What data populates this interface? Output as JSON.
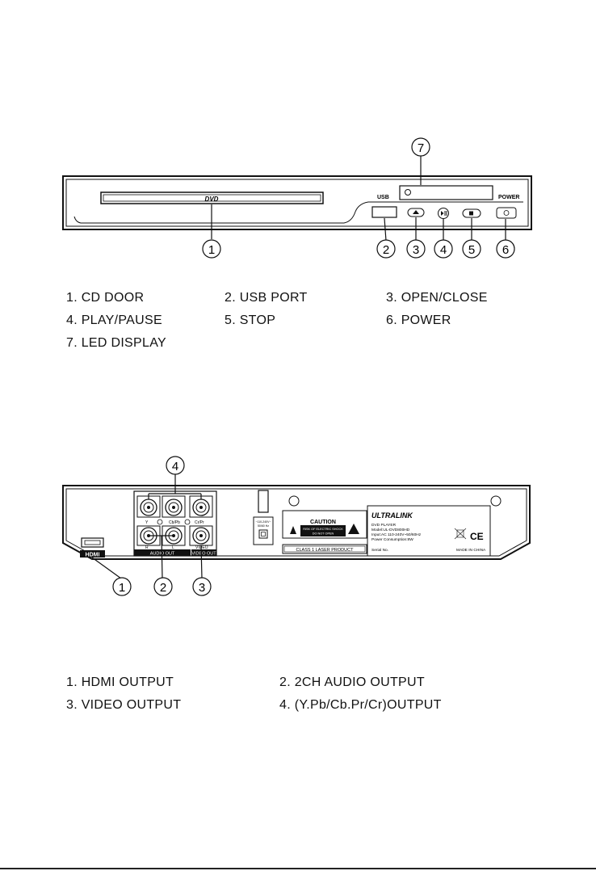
{
  "front_panel": {
    "disc_label": "DVD",
    "usb_label": "USB",
    "power_label": "POWER",
    "callouts": [
      "1",
      "2",
      "3",
      "4",
      "5",
      "6",
      "7"
    ]
  },
  "front_legend": [
    "1. CD DOOR",
    "2. USB PORT",
    "3. OPEN/CLOSE",
    "4. PLAY/PAUSE",
    "5. STOP",
    "6. POWER",
    "7. LED DISPLAY"
  ],
  "rear_panel": {
    "hdmi_label": "HDMI",
    "audio_out_label": "AUDIO OUT",
    "video_out_label": "VIDEO OUT",
    "jack_labels": {
      "y": "Y",
      "cb": "Cb/Pb",
      "cr": "Cr/Pr",
      "r": "R",
      "l": "L",
      "video": "VIDEO"
    },
    "power_spec": [
      "~110-240V~",
      "50/60 Hz"
    ],
    "caution": {
      "title": "CAUTION",
      "line1": "RISK OF ELECTRIC SHOCK",
      "line2": "DO NOT OPEN"
    },
    "laser_label": "CLASS 1 LASER PRODUCT",
    "brand": "ULTRALINK",
    "spec_lines": [
      "DVD PLAYER",
      "Model:UL-DVD800HD",
      "Input:AC 110-240V~50/60Hz",
      "Power Consumption:8W",
      "Serial No."
    ],
    "made_in": "MADE IN CHINA",
    "ce_mark": "CE",
    "callouts": [
      "1",
      "2",
      "3",
      "4"
    ]
  },
  "rear_legend": [
    "1. HDMI OUTPUT",
    "2. 2CH AUDIO OUTPUT",
    "3. VIDEO OUTPUT",
    "4. (Y.Pb/Cb.Pr/Cr)OUTPUT"
  ]
}
